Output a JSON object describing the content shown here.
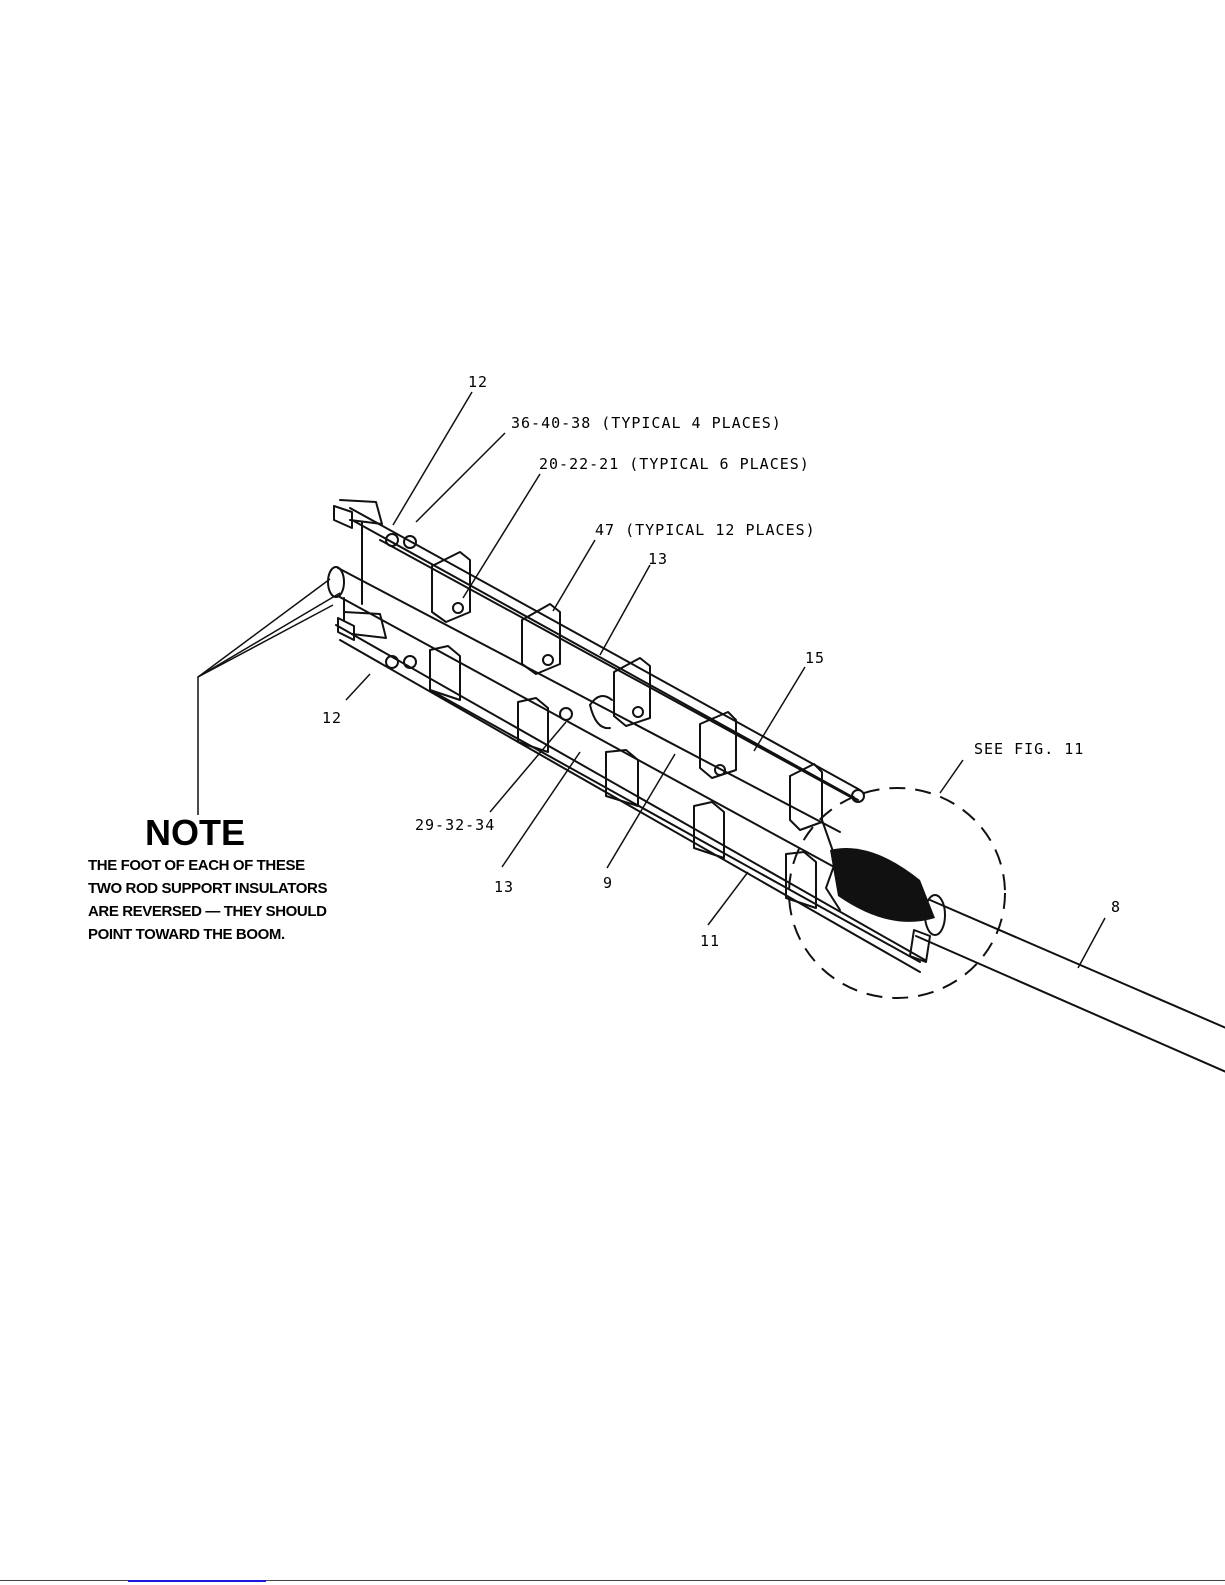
{
  "callouts": {
    "c12_top": "12",
    "c36_40_38": "36-40-38 (TYPICAL 4 PLACES)",
    "c20_22_21": "20-22-21 (TYPICAL 6 PLACES)",
    "c47": "47 (TYPICAL 12 PLACES)",
    "c13_top": "13",
    "c15": "15",
    "c12_left": "12",
    "see_fig": "SEE FIG. 11",
    "c29_32_34": "29-32-34",
    "c13_bottom": "13",
    "c9": "9",
    "c11": "11",
    "c8": "8"
  },
  "note": {
    "title": "NOTE",
    "lines": [
      "THE FOOT OF EACH OF THESE",
      "TWO ROD SUPPORT INSULATORS",
      "ARE REVERSED — THEY SHOULD",
      "POINT TOWARD THE BOOM."
    ]
  }
}
